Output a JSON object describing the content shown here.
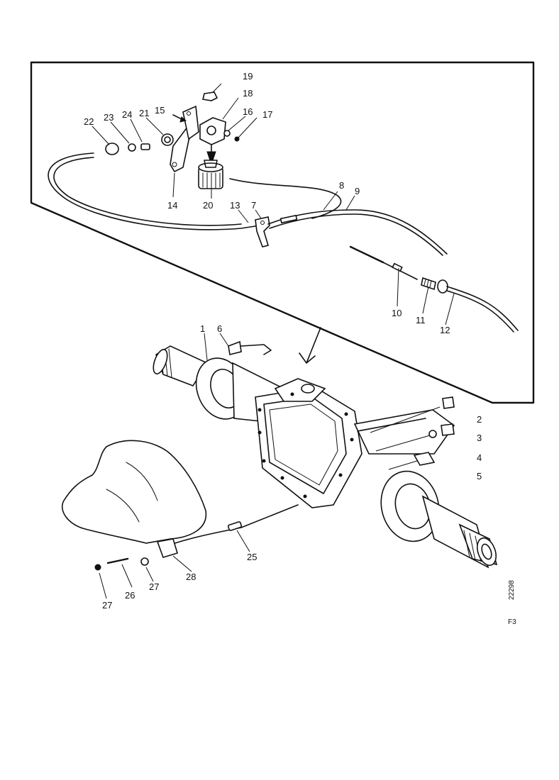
{
  "callouts": {
    "c1": "1",
    "c2": "2",
    "c3": "3",
    "c4": "4",
    "c5": "5",
    "c6": "6",
    "c7": "7",
    "c8": "8",
    "c9": "9",
    "c10": "10",
    "c11": "11",
    "c12": "12",
    "c13": "13",
    "c14": "14",
    "c15": "15",
    "c16": "16",
    "c17": "17",
    "c18": "18",
    "c19": "19",
    "c20": "20",
    "c21": "21",
    "c22": "22",
    "c23": "23",
    "c24": "24",
    "c25": "25",
    "c26": "26",
    "c27a": "27",
    "c27b": "27",
    "c28": "28"
  },
  "figure_ref": "22298",
  "corner_mark": "F3"
}
